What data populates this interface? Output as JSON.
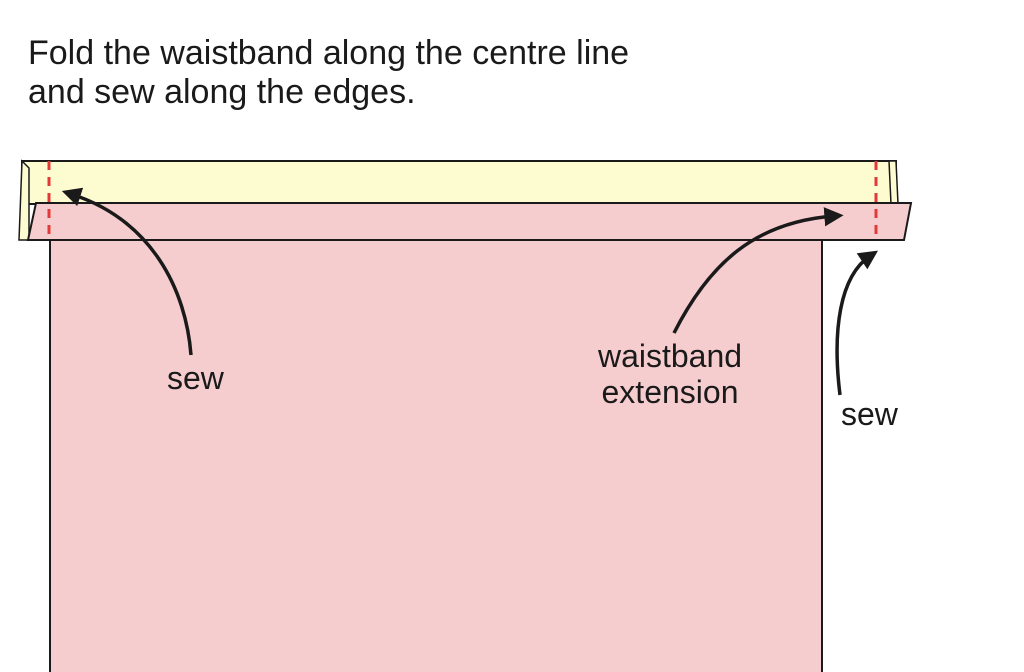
{
  "instruction": {
    "line1": "Fold the waistband along the centre line",
    "line2": "and sew along the edges."
  },
  "labels": {
    "sew_left": "sew",
    "extension_line1": "waistband",
    "extension_line2": "extension",
    "sew_right": "sew"
  },
  "colors": {
    "fabric": "#f6cdcf",
    "waistband_inner": "#fdfbd0",
    "stitch": "#e23a3a",
    "outline": "#1a1a1a"
  }
}
